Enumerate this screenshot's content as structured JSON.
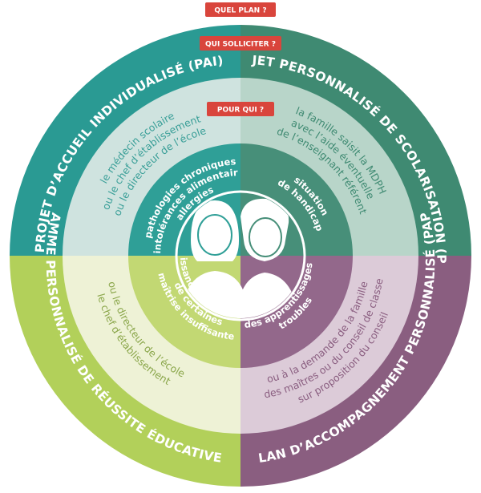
{
  "colors": {
    "pai_outer": "#2a9a93",
    "pai_mid": "#cfe3df",
    "pai_inner": "#2f9f97",
    "pai_text": "#3a9f98",
    "pps_outer": "#3f8a72",
    "pps_mid": "#b8d5c9",
    "pps_inner": "#478f79",
    "pps_text": "#3f8a72",
    "ppre_outer": "#b2d05a",
    "ppre_mid": "#eef2d6",
    "ppre_inner": "#c2d873",
    "ppre_text": "#8aa64a",
    "pap_outer": "#8a5e80",
    "pap_mid": "#dccbd8",
    "pap_inner": "#93688b",
    "pap_text": "#8a5e80",
    "tag": "#d9453c"
  },
  "tags": {
    "quel_plan": "QUEL PLAN ?",
    "qui_solliciter": "QUI SOLLICITER ?",
    "pour_qui": "POUR QUI ?"
  },
  "quadrants": {
    "pai": {
      "title": "PROJET D’ACCUEIL INDIVIDUALISÉ (PAI)",
      "who": [
        "le médecin scolaire",
        "ou le chef d’établissement",
        "ou le directeur de l’école"
      ],
      "for": [
        "pathologies chroniques",
        "intolérances alimentaires",
        "allergies"
      ]
    },
    "pps": {
      "title": "PROJET PERSONNALISÉ DE SCOLARISATION (PPS)",
      "who": [
        "la famille saisit la MDPH",
        "avec l’aide éventuelle",
        "de l’enseignant référent"
      ],
      "for": [
        "situation",
        "de handicap"
      ]
    },
    "ppre": {
      "title": "PROGRAMME PERSONNALISÉ DE RÉUSSITE ÉDUCATIVE (PPRE)",
      "who": [
        "le chef d’établissement",
        "ou le directeur de l’école"
      ],
      "for": [
        "maîtrise insuffisante",
        "de certaines",
        "connaissances et compétences"
      ]
    },
    "pap": {
      "title": "PLAN D’ACCOMPAGNEMENT PERSONNALISÉ (PAP)",
      "who": [
        "sur proposition du conseil",
        "des maîtres ou du conseil de classe",
        "ou à la demande de la famille"
      ],
      "for": [
        "troubles",
        "des apprentissages"
      ]
    }
  }
}
